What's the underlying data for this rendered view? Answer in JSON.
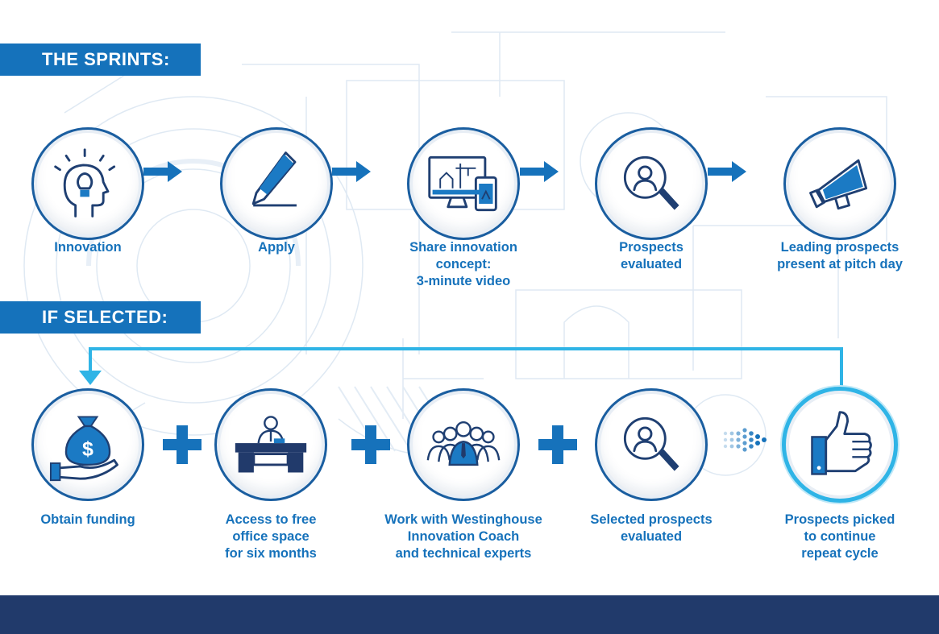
{
  "sections": {
    "sprints_title": "THE SPRINTS:",
    "selected_title": "IF SELECTED:"
  },
  "sprints": [
    {
      "label": "Innovation",
      "icon": "lightbulb-head-icon"
    },
    {
      "label": "Apply",
      "icon": "pencil-icon"
    },
    {
      "label": "Share innovation\nconcept:\n3-minute video",
      "icon": "monitor-devices-icon"
    },
    {
      "label": "Prospects\nevaluated",
      "icon": "magnifier-person-icon"
    },
    {
      "label": "Leading prospects\npresent at pitch day",
      "icon": "megaphone-icon"
    }
  ],
  "selected": [
    {
      "label": "Obtain funding",
      "icon": "money-bag-hand-icon"
    },
    {
      "label": "Access to free\noffice space\nfor six months",
      "icon": "office-desk-icon"
    },
    {
      "label": "Work with Westinghouse\nInnovation Coach\nand technical experts",
      "icon": "team-icon"
    },
    {
      "label": "Selected prospects\nevaluated",
      "icon": "magnifier-person-icon"
    },
    {
      "label": "Prospects picked\nto continue\nrepeat cycle",
      "icon": "thumbs-up-icon"
    }
  ],
  "colors": {
    "brand_blue": "#1572bb",
    "dark_blue": "#1a5ea0",
    "navy": "#213a6b",
    "cyan": "#2fb4e6"
  }
}
